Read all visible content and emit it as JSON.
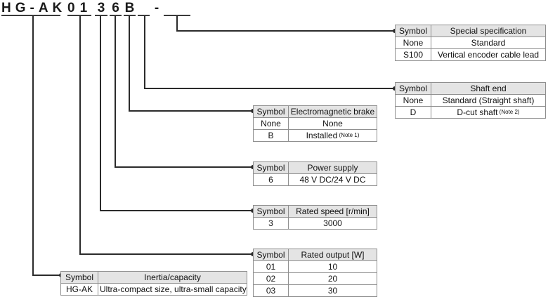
{
  "model_number": {
    "full_code": "HG-AK0136B -",
    "segments": [
      {
        "text": "HG-AK"
      },
      {
        "text": "01"
      },
      {
        "text": "3"
      },
      {
        "text": "6"
      },
      {
        "text": "B"
      },
      {
        "text": ""
      },
      {
        "text": ""
      }
    ],
    "dash": "-"
  },
  "tables": {
    "special_specification": {
      "headers": [
        "Symbol",
        "Special specification"
      ],
      "rows": [
        [
          {
            "t": "None"
          },
          {
            "t": "Standard"
          }
        ],
        [
          {
            "t": "S100"
          },
          {
            "t": "Vertical encoder cable lead"
          }
        ]
      ]
    },
    "shaft_end": {
      "headers": [
        "Symbol",
        "Shaft end"
      ],
      "rows": [
        [
          {
            "t": "None"
          },
          {
            "t": "Standard (Straight shaft)"
          }
        ],
        [
          {
            "t": "D"
          },
          {
            "t": "D-cut shaft",
            "note": "(Note 2)"
          }
        ]
      ]
    },
    "electromagnetic_brake": {
      "headers": [
        "Symbol",
        "Electromagnetic brake"
      ],
      "rows": [
        [
          {
            "t": "None"
          },
          {
            "t": "None"
          }
        ],
        [
          {
            "t": "B"
          },
          {
            "t": "Installed",
            "note": "(Note 1)"
          }
        ]
      ]
    },
    "power_supply": {
      "headers": [
        "Symbol",
        "Power supply"
      ],
      "rows": [
        [
          {
            "t": "6"
          },
          {
            "t": "48 V DC/24 V DC"
          }
        ]
      ]
    },
    "rated_speed": {
      "headers": [
        "Symbol",
        "Rated speed [r/min]"
      ],
      "rows": [
        [
          {
            "t": "3"
          },
          {
            "t": "3000"
          }
        ]
      ]
    },
    "rated_output": {
      "headers": [
        "Symbol",
        "Rated output [W]"
      ],
      "rows": [
        [
          {
            "t": "01"
          },
          {
            "t": "10"
          }
        ],
        [
          {
            "t": "02"
          },
          {
            "t": "20"
          }
        ],
        [
          {
            "t": "03"
          },
          {
            "t": "30"
          }
        ]
      ]
    },
    "inertia_capacity": {
      "headers": [
        "Symbol",
        "Inertia/capacity"
      ],
      "rows": [
        [
          {
            "t": "HG-AK"
          },
          {
            "t": "Ultra-compact size, ultra-small capacity"
          }
        ]
      ]
    }
  },
  "colors": {
    "connector_line": "#2b2b2b",
    "table_border": "#8f8f8f",
    "header_background": "#e4e4e4",
    "text": "#111111"
  }
}
